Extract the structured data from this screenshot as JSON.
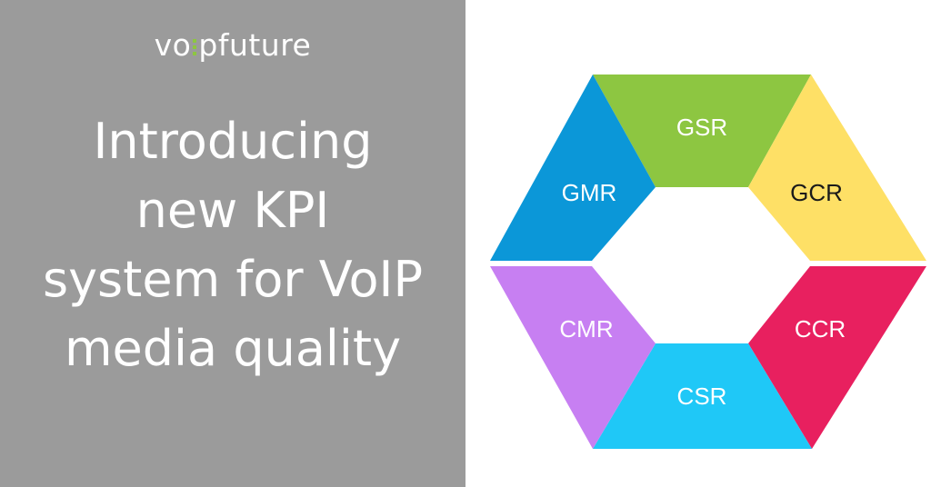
{
  "brand": {
    "logo_before": "vo",
    "logo_after": "pfuture",
    "accent": "#8dc641"
  },
  "headline": {
    "lines": [
      "Introducing",
      "new KPI",
      "system for VoIP",
      "media quality"
    ]
  },
  "diagram": {
    "segments": [
      {
        "id": "gsr",
        "label": "GSR",
        "color": "#8dc641",
        "text_color": "#ffffff"
      },
      {
        "id": "gcr",
        "label": "GCR",
        "color": "#fee066",
        "text_color": "#1a1a1a"
      },
      {
        "id": "ccr",
        "label": "CCR",
        "color": "#e8205f",
        "text_color": "#ffffff"
      },
      {
        "id": "csr",
        "label": "CSR",
        "color": "#1fc8f7",
        "text_color": "#ffffff"
      },
      {
        "id": "cmr",
        "label": "CMR",
        "color": "#c77ff2",
        "text_color": "#ffffff"
      },
      {
        "id": "gmr",
        "label": "GMR",
        "color": "#0b97d8",
        "text_color": "#ffffff"
      }
    ]
  }
}
